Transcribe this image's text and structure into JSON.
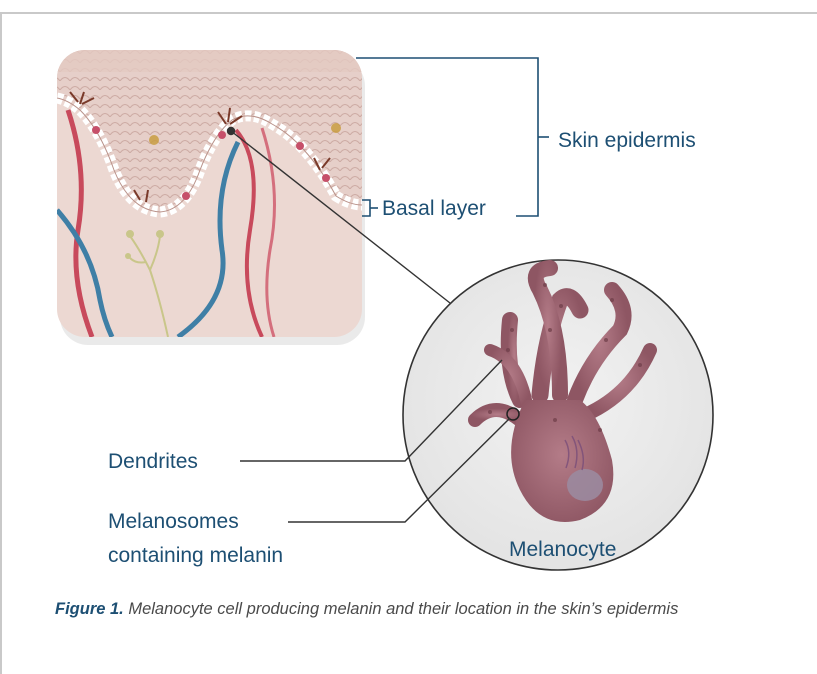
{
  "labels": {
    "skin_epidermis": "Skin epidermis",
    "basal_layer": "Basal layer",
    "dendrites": "Dendrites",
    "melanosomes_line1": "Melanosomes",
    "melanosomes_line2": "containing melanin",
    "melanocyte": "Melanocyte"
  },
  "caption": {
    "figure_label": "Figure 1.",
    "text": " Melanocyte cell producing melanin and their location in the skin’s epidermis"
  },
  "colors": {
    "label_blue": "#1d4f73",
    "frame_gray": "#c9c9c9",
    "circle_bg": "#ebebeb",
    "cell_pink": "#a46a76",
    "skin_tone": "#e9d3cc",
    "vein_blue": "#3f7fa6",
    "artery_red": "#c84a5c"
  }
}
